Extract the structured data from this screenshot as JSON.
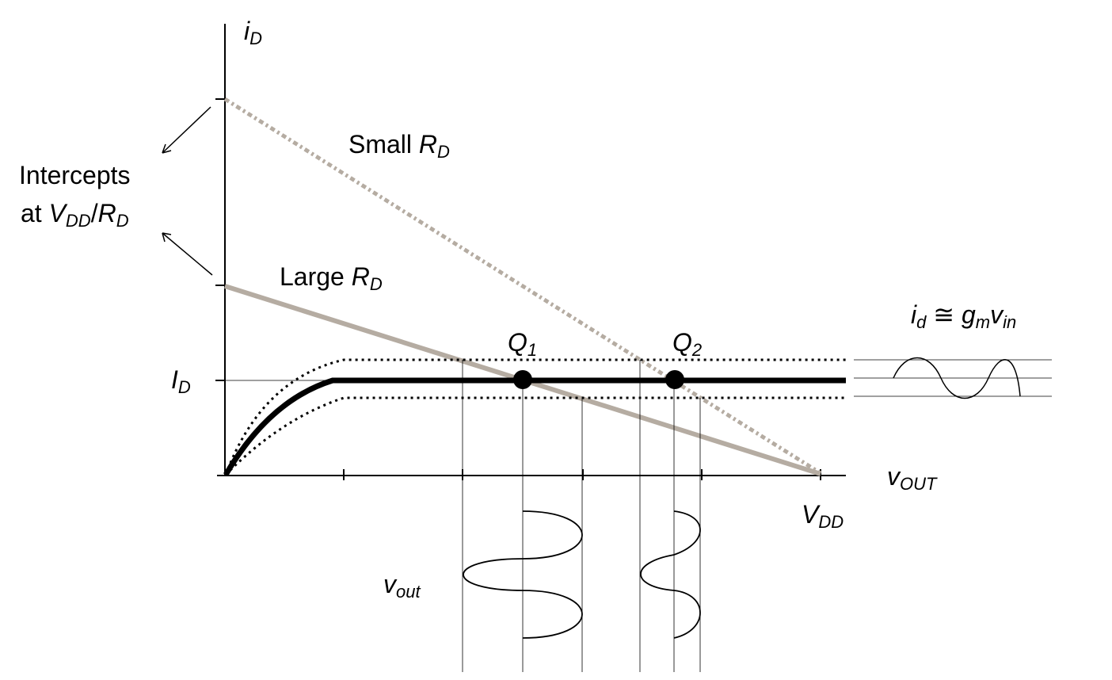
{
  "axes": {
    "y_label": {
      "main": "i",
      "sub": "D"
    },
    "x_label": {
      "main": "v",
      "sub": "OUT"
    },
    "vdd_label": {
      "main": "V",
      "sub": "DD"
    },
    "id_label": {
      "main": "I",
      "sub": "D"
    }
  },
  "load_lines": {
    "small": {
      "prefix": "Small ",
      "main": "R",
      "sub": "D"
    },
    "large": {
      "prefix": "Large ",
      "main": "R",
      "sub": "D"
    }
  },
  "intercepts": {
    "line1": "Intercepts",
    "line2_prefix": "at ",
    "v": "V",
    "v_sub": "DD",
    "slash": "/",
    "r": "R",
    "r_sub": "D"
  },
  "points": {
    "q1": {
      "main": "Q",
      "sub": "1"
    },
    "q2": {
      "main": "Q",
      "sub": "2"
    }
  },
  "signal": {
    "id": "i",
    "id_sub": "d",
    "approx": " ≅ ",
    "g": "g",
    "g_sub": "m",
    "v": "v",
    "v_sub": "in"
  },
  "output": {
    "main": "v",
    "sub": "out"
  },
  "colors": {
    "ink": "#000000",
    "load_line": "#b5aca2"
  }
}
